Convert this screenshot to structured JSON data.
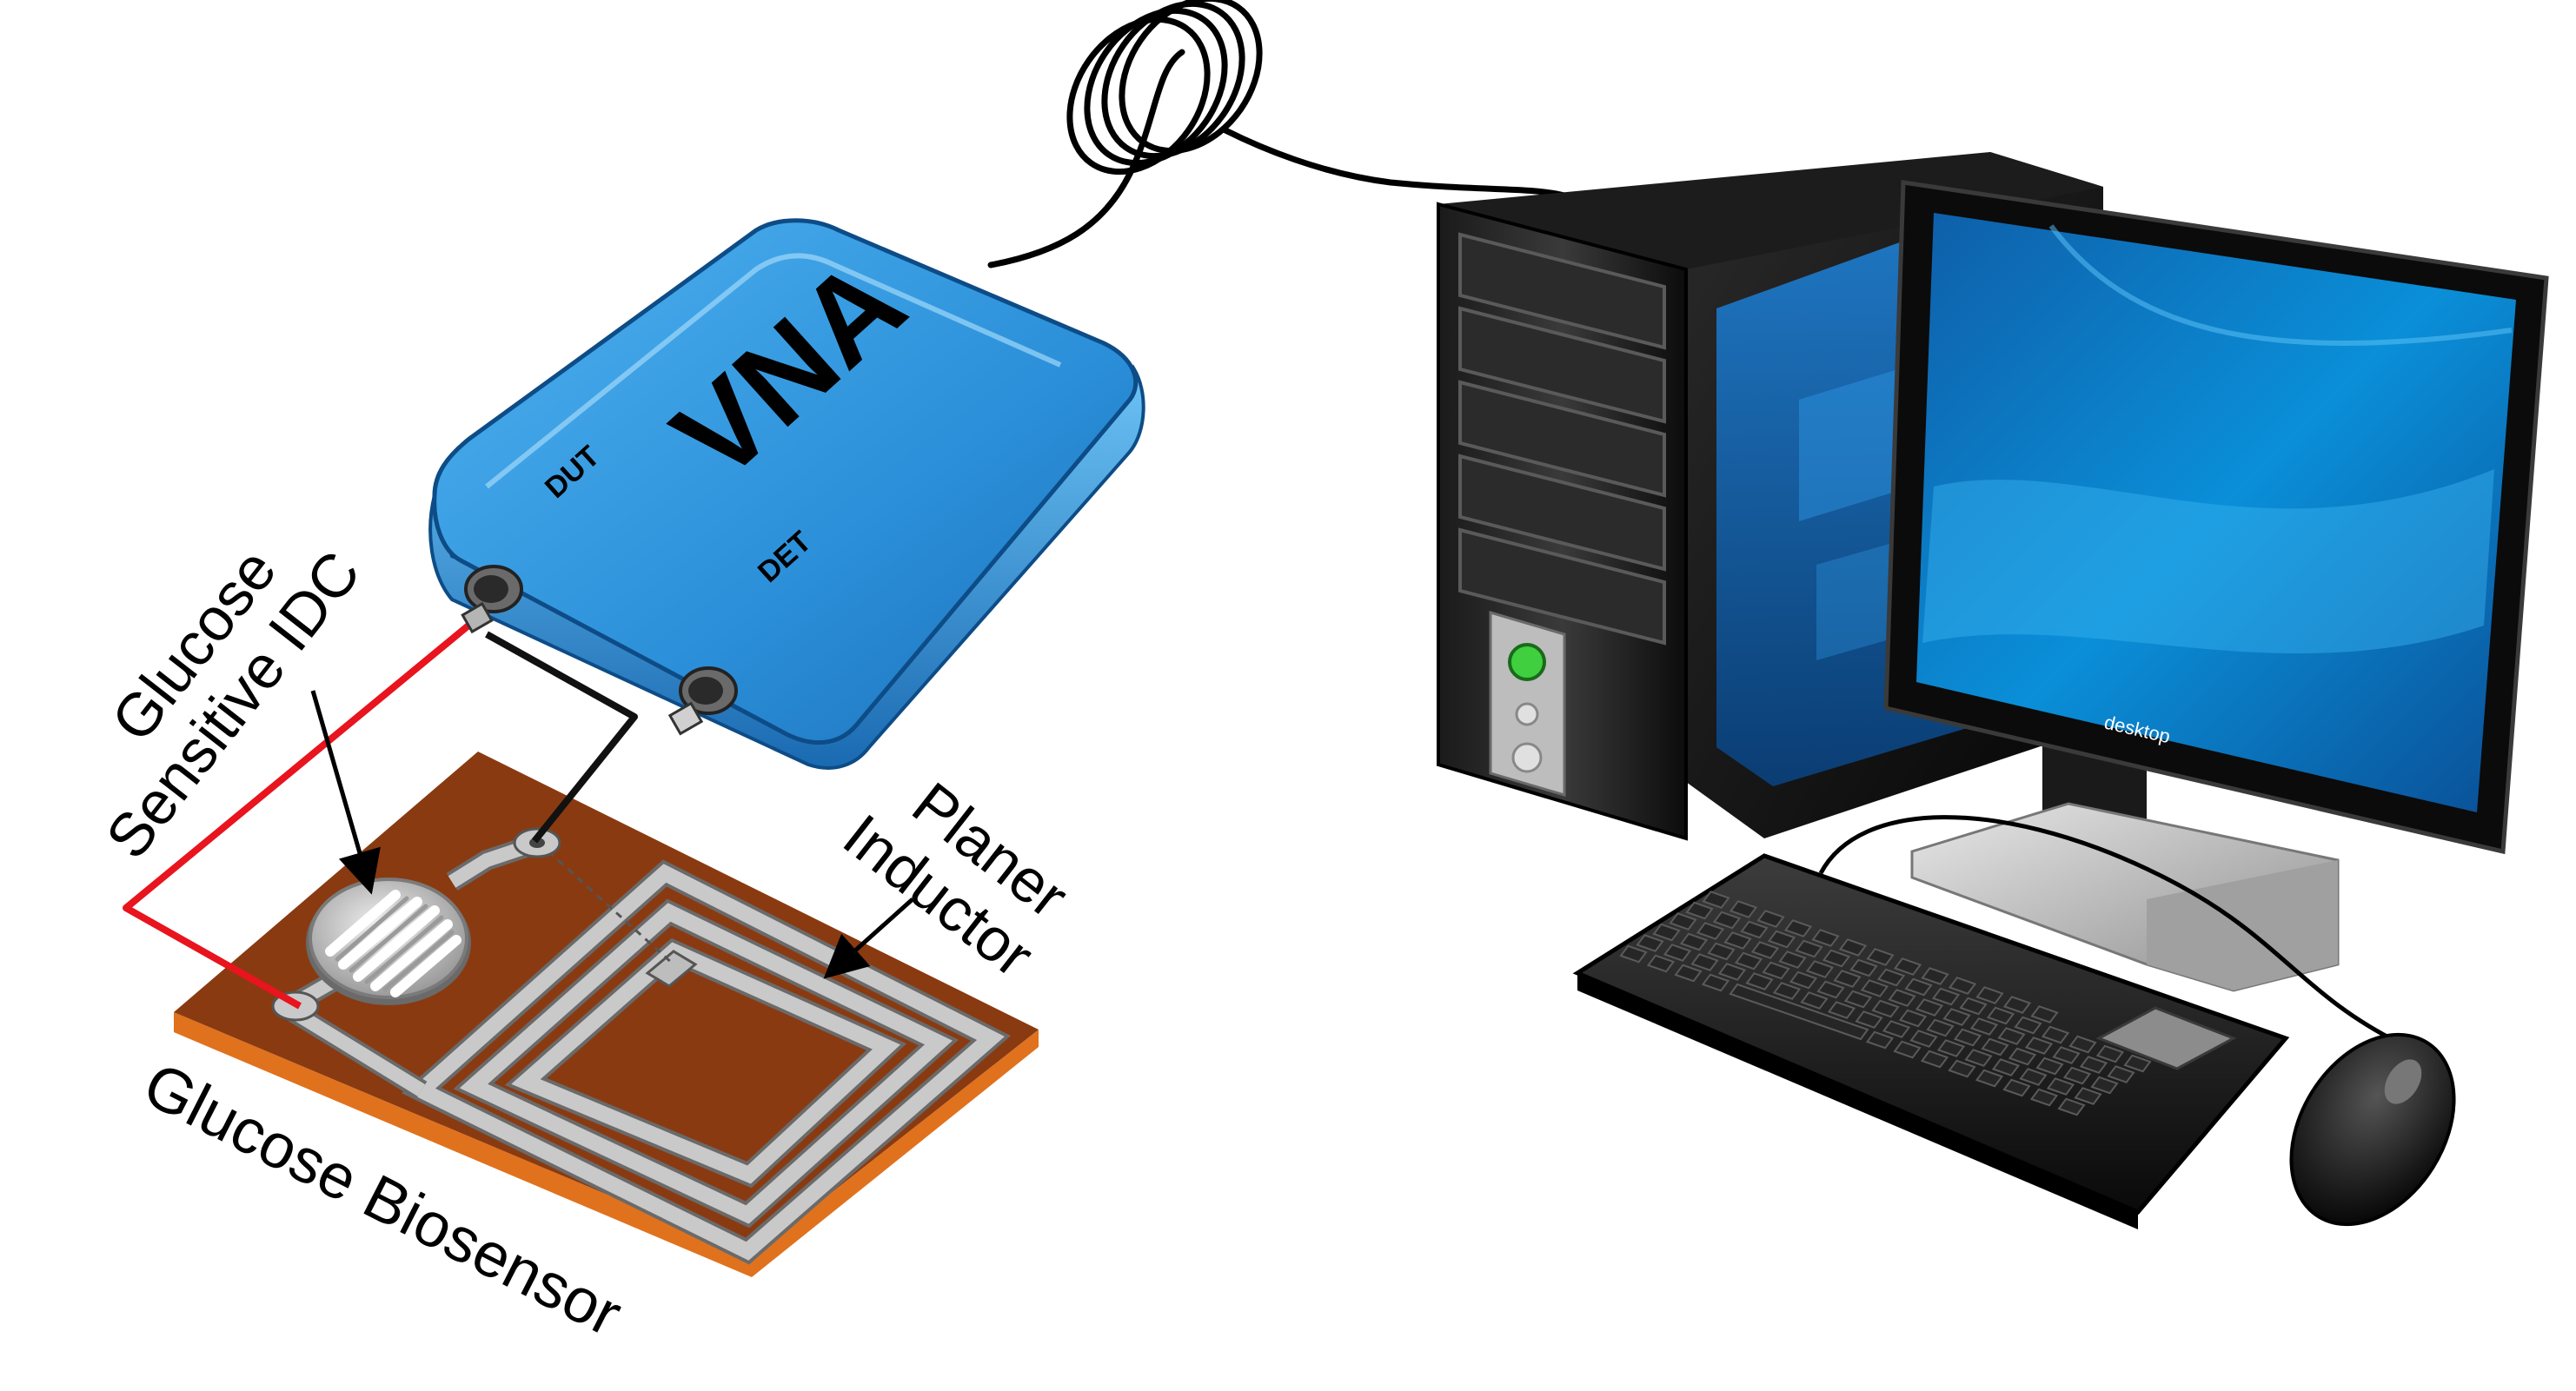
{
  "labels": {
    "glucose_sensitive_idc_line1": "Glucose",
    "glucose_sensitive_idc_line2": "Sensitive IDC",
    "planer_inductor_line1": "Planer",
    "planer_inductor_line2": "Inductor",
    "glucose_biosensor": "Glucose Biosensor"
  },
  "vna": {
    "title": "VNA",
    "port_dut": "DUT",
    "port_det": "DET"
  },
  "monitor": {
    "brand": "desktop"
  },
  "colors": {
    "vna_body": "#2a8fd8",
    "substrate": "#8a3a10",
    "substrate_edge": "#e0721e",
    "metal_trace": "#bfbfbf",
    "red_wire": "#e8141e",
    "black_wire": "#111111",
    "screen_blue": "#0a84d0"
  }
}
